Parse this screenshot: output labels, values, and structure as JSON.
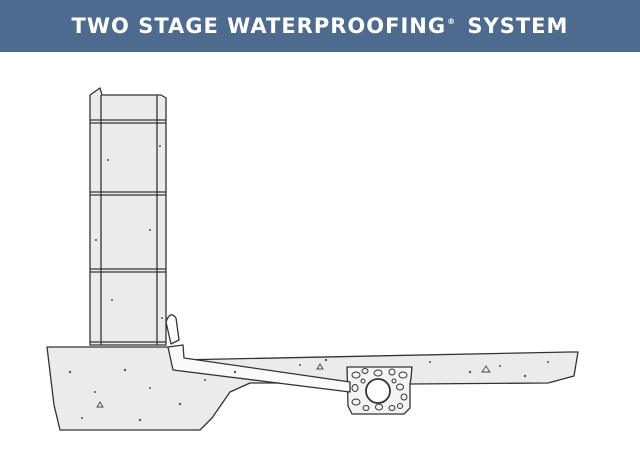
{
  "header": {
    "title": "TWO STAGE WATERPROOFING",
    "trademark": "®",
    "title_suffix": "SYSTEM",
    "background_color": "#4d6a8f",
    "text_color": "#ffffff"
  },
  "diagram": {
    "style": "pencil line drawing",
    "ink_color": "#333333",
    "fill_color": "#ebebeb",
    "components": [
      "block-foundation-wall",
      "flashing-strip",
      "concrete-floor-slab",
      "footing",
      "sloped-drain-channel",
      "gravel-trench",
      "perforated-drain-pipe"
    ]
  }
}
